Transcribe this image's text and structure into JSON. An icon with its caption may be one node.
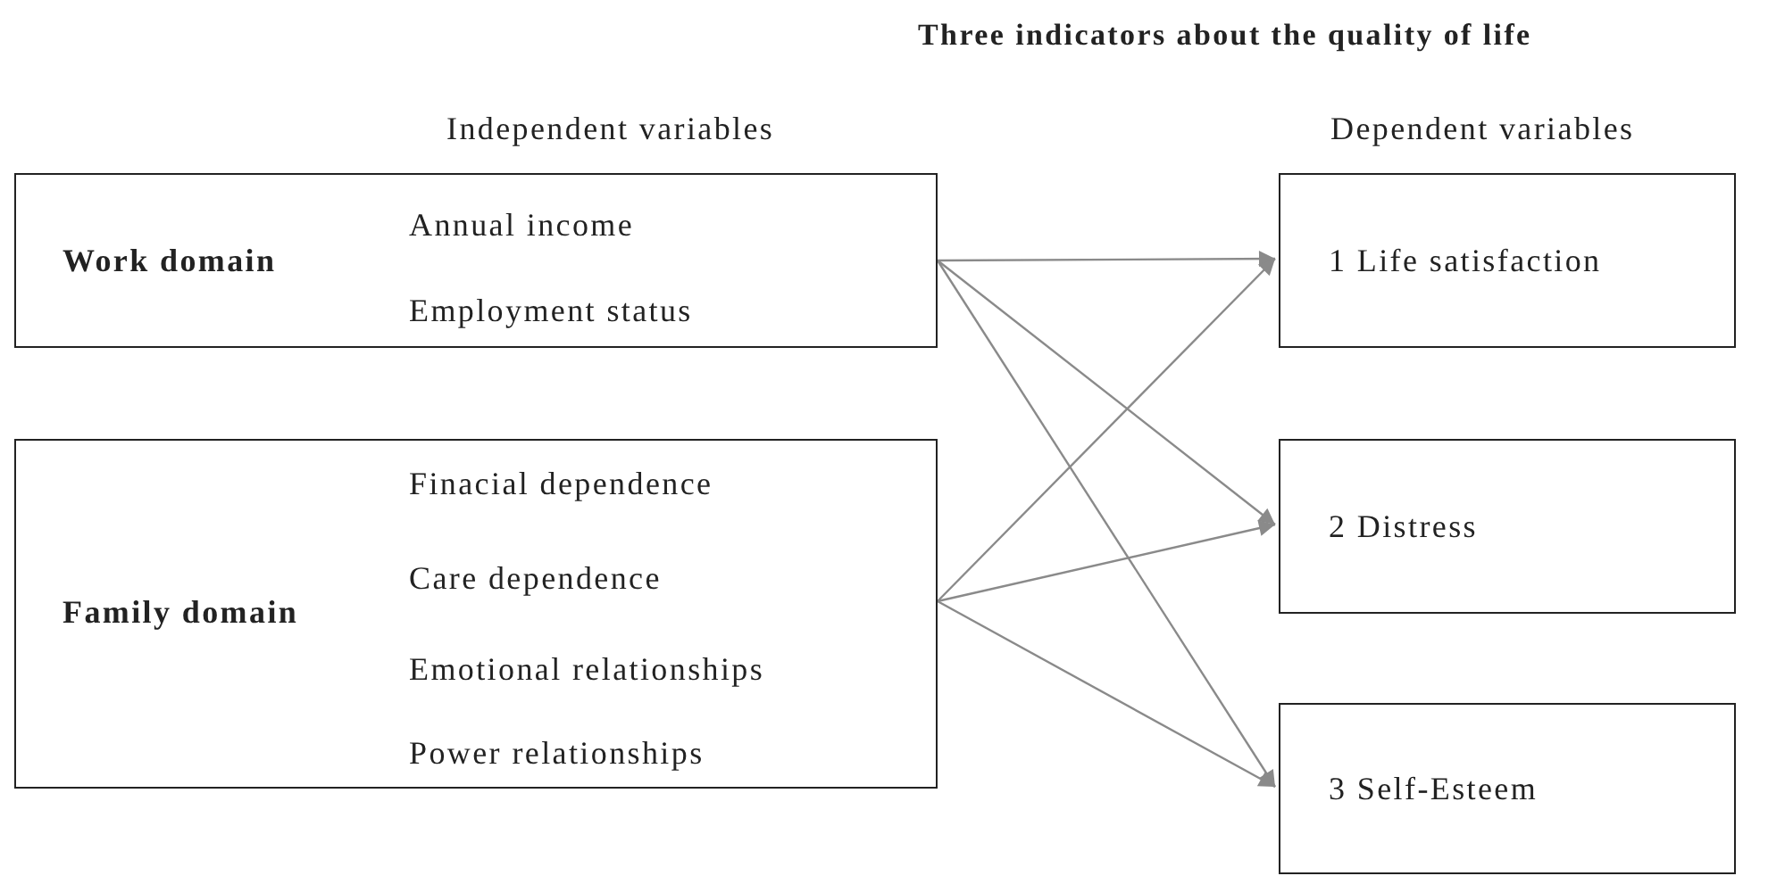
{
  "diagram": {
    "title": "Three indicators about the quality of life",
    "nodes": [
      {
        "text": [
          "Work domain",
          "Annual income",
          "Employment status"
        ]
      },
      {
        "text": [
          "Family domain",
          "Finacial dependence",
          "Care dependence",
          "Emotional relationships",
          "Power relationships"
        ]
      },
      {
        "text": [
          "1 Life satisfaction"
        ]
      },
      {
        "text": [
          "2 Distress"
        ]
      },
      {
        "text": [
          "3 Self-Esteem"
        ]
      }
    ],
    "edges": [
      {
        "from": 0,
        "to": 2,
        "arrow": "to"
      },
      {
        "from": 0,
        "to": 3,
        "arrow": "to"
      },
      {
        "from": 0,
        "to": 4,
        "arrow": "to"
      },
      {
        "from": 1,
        "to": 2,
        "arrow": "to"
      },
      {
        "from": 1,
        "to": 3,
        "arrow": "to"
      },
      {
        "from": 1,
        "to": 4,
        "arrow": "to"
      }
    ],
    "labels": [
      "Independent variables",
      "Dependent variables"
    ]
  }
}
